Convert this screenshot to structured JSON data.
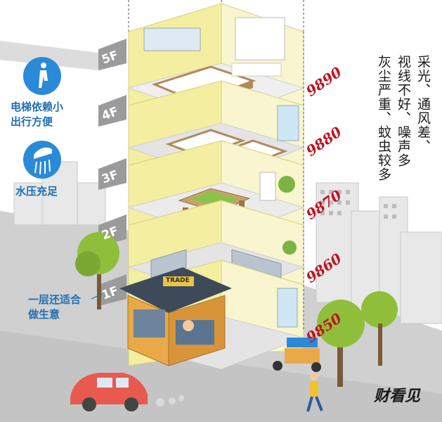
{
  "floors": [
    {
      "tag": "5F",
      "price": "9890"
    },
    {
      "tag": "4F",
      "price": "9880"
    },
    {
      "tag": "3F",
      "price": "9870"
    },
    {
      "tag": "2F",
      "price": "9860"
    },
    {
      "tag": "1F",
      "price": "9850"
    }
  ],
  "left_notes": {
    "elevator": {
      "line1": "电梯依赖小",
      "line2": "出行方便",
      "icon": "walking-person-icon"
    },
    "water": {
      "line1": "水压充足",
      "icon": "shower-icon"
    },
    "ground": {
      "line1": "一层还适合",
      "line2": "做生意"
    }
  },
  "right_note": {
    "col1": "采光、通风差、",
    "col2": "视线不好、噪声多",
    "col3": "灰尘严重、蚊虫较多"
  },
  "shop_sign": "TRADE",
  "logo": "财看见",
  "colors": {
    "blue": "#2b8ad8",
    "blue_text": "#1f6fb2",
    "price_red": "#c1121f",
    "wall_yellow": "#f3eea0",
    "car_red": "#e85a4f"
  }
}
